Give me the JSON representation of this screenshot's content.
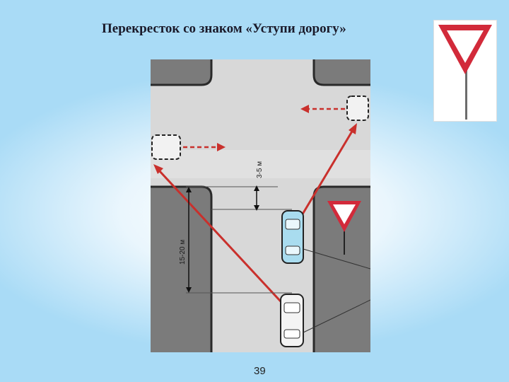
{
  "slide": {
    "title": "Перекресток со знаком «Уступи дорогу»",
    "page_number": "39"
  },
  "diagram": {
    "dimension_near": "3-5 м",
    "dimension_far": "15-20 м",
    "road_color": "#d6d6d6",
    "curb_color": "#7a7a7a",
    "arrow_color": "#c9302c",
    "car_selected_color": "#a9dcef"
  },
  "sign": {
    "type": "yield",
    "border_color": "#d22a3a"
  }
}
